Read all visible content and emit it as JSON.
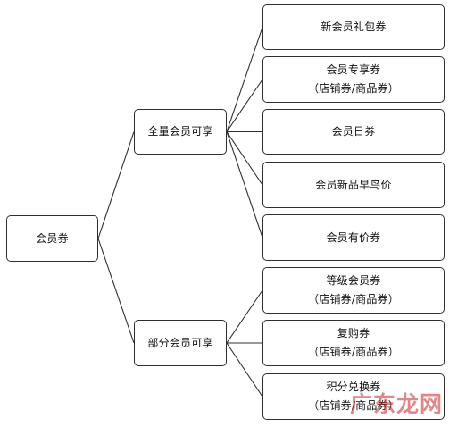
{
  "diagram": {
    "root": {
      "label": "会员券"
    },
    "branches": [
      {
        "label": "全量会员可享",
        "leaves": [
          {
            "lines": [
              "新会员礼包券"
            ]
          },
          {
            "lines": [
              "会员专享券",
              "（店铺券/商品券）"
            ]
          },
          {
            "lines": [
              "会员日券"
            ]
          },
          {
            "lines": [
              "会员新品早鸟价"
            ]
          },
          {
            "lines": [
              "会员有价券"
            ]
          }
        ]
      },
      {
        "label": "部分会员可享",
        "leaves": [
          {
            "lines": [
              "等级会员券",
              "（店铺券/商品券）"
            ]
          },
          {
            "lines": [
              "复购券",
              "（店铺券/商品券）"
            ]
          },
          {
            "lines": [
              "积分兑换券",
              "（店铺券/商品券）"
            ]
          }
        ]
      }
    ]
  },
  "watermark": {
    "text": "广东龙网",
    "color": "#c32828"
  },
  "colors": {
    "line": "#2f2f2f",
    "box_border": "#2f2f2f",
    "text": "#111111",
    "background": "#ffffff"
  }
}
